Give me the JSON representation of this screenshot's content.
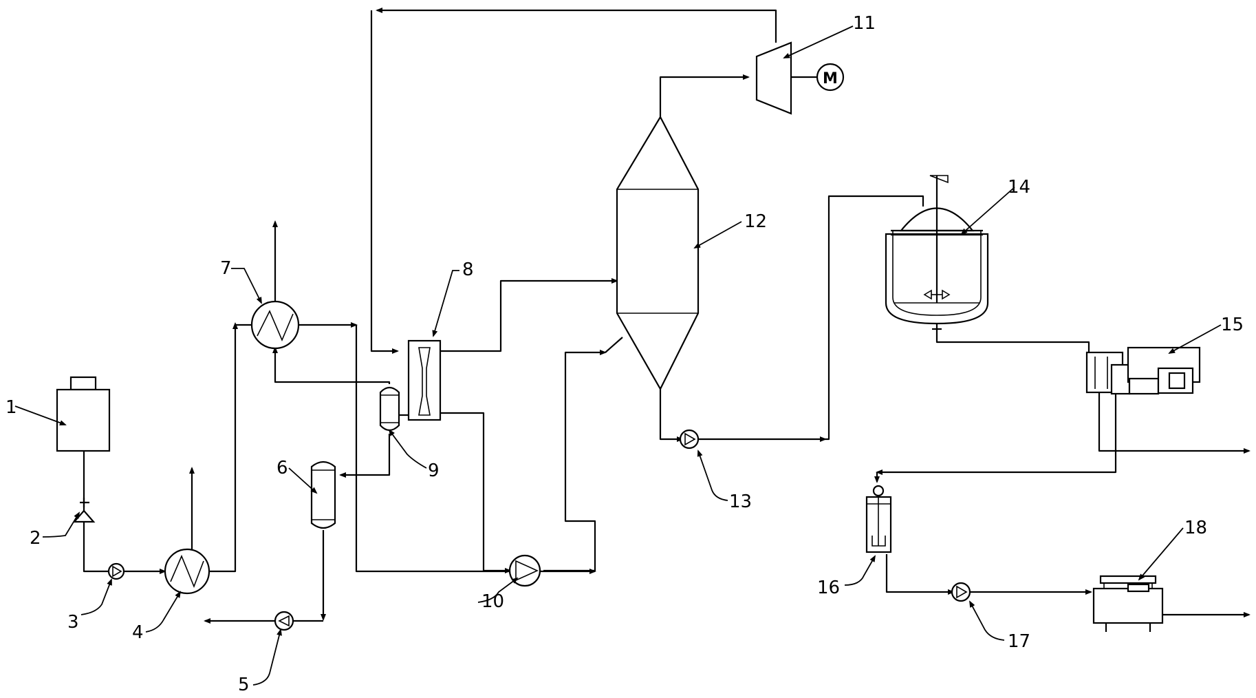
{
  "labels": {
    "l1": "1",
    "l2": "2",
    "l3": "3",
    "l4": "4",
    "l5": "5",
    "l6": "6",
    "l7": "7",
    "l8": "8",
    "l9": "9",
    "l10": "10",
    "l11": "11",
    "l12": "12",
    "l13": "13",
    "l14": "14",
    "l15": "15",
    "l16": "16",
    "l17": "17",
    "l18": "18"
  },
  "motor_label": "M",
  "colors": {
    "line": "#000000",
    "background": "#ffffff"
  }
}
